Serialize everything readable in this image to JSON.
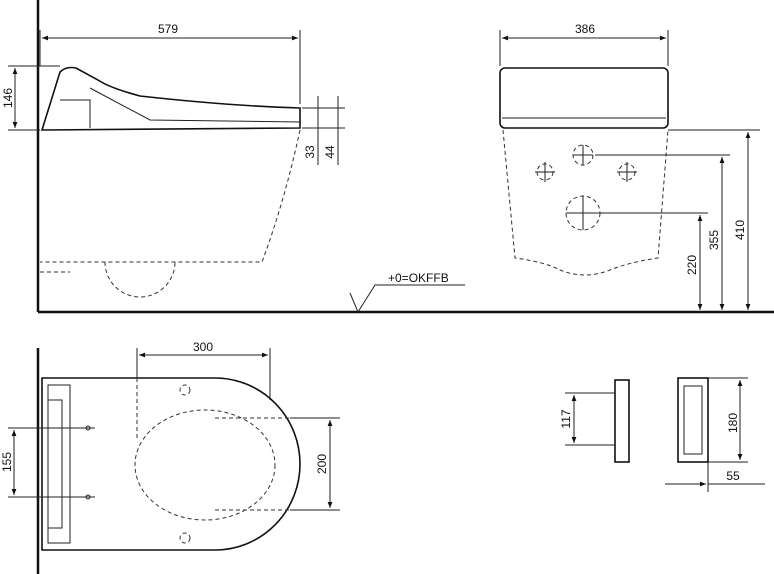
{
  "side_view": {
    "width": "579",
    "seat_height": "146",
    "dim_a": "33",
    "dim_b": "44"
  },
  "front_view": {
    "width": "386",
    "total_height": "410",
    "supply_height": "355",
    "drain_height": "220"
  },
  "floor_label": "+0=OKFFB",
  "plan_view": {
    "depth": "300",
    "fixing_spacing": "155",
    "bowl_width": "200"
  },
  "bracket": {
    "height_side": "117",
    "height_front": "180",
    "depth": "55"
  },
  "colors": {
    "line": "#111111",
    "background": "#ffffff"
  }
}
